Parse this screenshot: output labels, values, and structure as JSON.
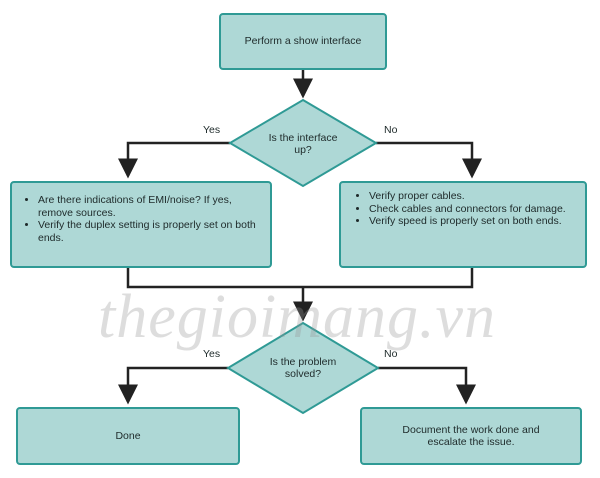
{
  "colors": {
    "fill": "#aed8d6",
    "stroke": "#2f9a95",
    "line": "#222222"
  },
  "nodes": {
    "start": "Perform a show interface",
    "decision1": "Is the interface up?",
    "yes1_items": [
      "Are there indications of EMI/noise? If yes, remove sources.",
      "Verify the duplex setting is properly set on both ends."
    ],
    "no1_items": [
      "Verify proper cables.",
      "Check cables and connectors for damage.",
      "Verify speed is properly set on both ends."
    ],
    "decision2": "Is the problem solved?",
    "done": "Done",
    "escalate": "Document the work done and escalate the issue."
  },
  "branches": {
    "yes": "Yes",
    "no": "No"
  },
  "watermark": "thegioimang.vn"
}
